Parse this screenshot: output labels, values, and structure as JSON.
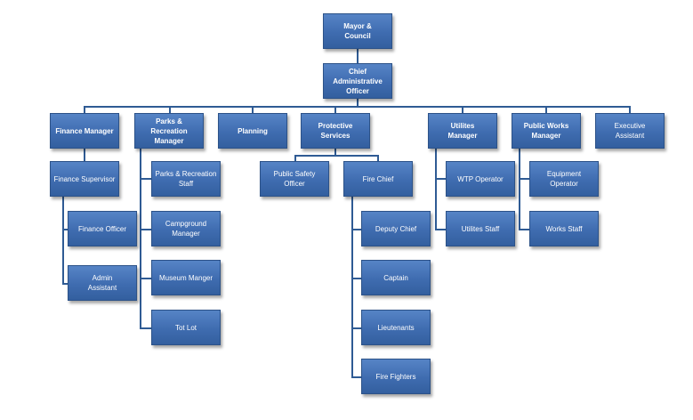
{
  "org_chart": {
    "mayor": "Mayor &\nCouncil",
    "cao": "Chief\nAdministrative\nOfficer",
    "finance_manager": "Finance Manager",
    "parks_manager": "Parks & Recreation\nManager",
    "planning": "Planning",
    "protective_services": "Protective\nServices",
    "utilities_manager": "Utilites\nManager",
    "public_works_manager": "Public Works\nManager",
    "executive_assistant": "Executive\nAssistant",
    "finance_supervisor": "Finance Supervisor",
    "finance_officer": "Finance Officer",
    "admin_assistant": "Admin\nAssistant",
    "parks_staff": "Parks & Recreation\nStaff",
    "campground_manager": "Campground Manager",
    "museum_manager": "Museum Manger",
    "tot_lot": "Tot Lot",
    "public_safety_officer": "Public Safety\nOfficer",
    "fire_chief": "Fire Chief",
    "deputy_chief": "Deputy Chief",
    "captain": "Captain",
    "lieutenants": "Lieutenants",
    "fire_fighters": "Fire Fighters",
    "wtp_operator": "WTP Operator",
    "utilities_staff": "Utilites Staff",
    "equipment_operator": "Equipment\nOperator",
    "works_staff": "Works Staff"
  }
}
